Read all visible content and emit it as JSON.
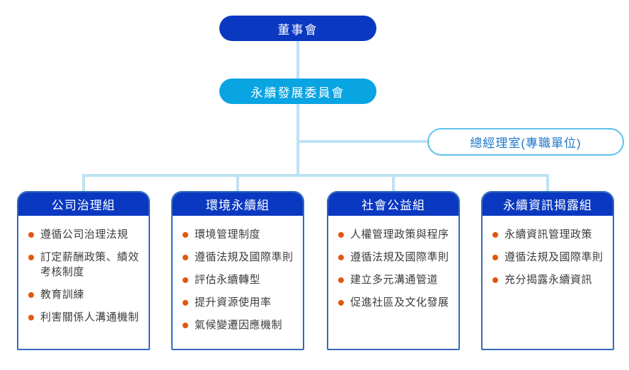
{
  "colors": {
    "darkblue": "#0a38c0",
    "cyan": "#09a4e2",
    "connector": "#bde3f3",
    "cardborder": "#336bbd",
    "sideborder": "#5ec1ea",
    "sidetext": "#1e78c8",
    "bullet": "#e2570f",
    "bodytext": "#3d3d3d"
  },
  "chart": {
    "root": "董事會",
    "committee": "永續發展委員會",
    "side_unit": "總經理室(專職單位)",
    "groups": [
      {
        "title": "公司治理組",
        "items": [
          "遵循公司治理法規",
          "訂定薪酬政策、績效考核制度",
          "教育訓練",
          "利害關係人溝通機制"
        ]
      },
      {
        "title": "環境永續組",
        "items": [
          "環境管理制度",
          "遵循法規及國際準則",
          "評估永續轉型",
          "提升資源使用率",
          "氣候變遷因應機制"
        ]
      },
      {
        "title": "社會公益組",
        "items": [
          "人權管理政策與程序",
          "遵循法規及國際準則",
          "建立多元溝通管道",
          "促進社區及文化發展"
        ]
      },
      {
        "title": "永續資訊揭露組",
        "items": [
          "永續資訊管理政策",
          "遵循法規及國際準則",
          "充分揭露永續資訊"
        ]
      }
    ]
  }
}
